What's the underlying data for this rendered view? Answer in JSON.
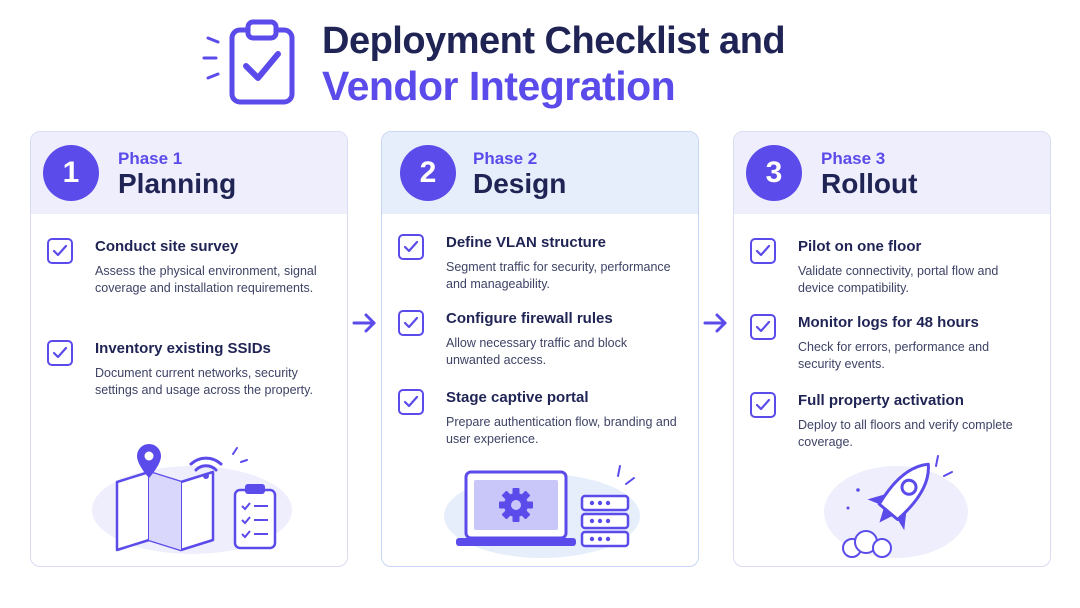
{
  "header": {
    "title_line1": "Deployment Checklist and",
    "title_line2": "Vendor Integration",
    "icon": "clipboard-check-icon"
  },
  "colors": {
    "accent": "#5b4bea",
    "dark_text": "#1f2455",
    "card_header_bg": "#eeeefc",
    "card_border": "#d9dcf2"
  },
  "phases": [
    {
      "number": "1",
      "label": "Phase 1",
      "name": "Planning",
      "items": [
        {
          "title": "Conduct site survey",
          "desc": "Assess the physical environment, signal coverage and installation requirements."
        },
        {
          "title": "Inventory existing SSIDs",
          "desc": "Document current networks, security settings and usage across the property."
        }
      ],
      "illustration": "map-wifi-clipboard-icon"
    },
    {
      "number": "2",
      "label": "Phase 2",
      "name": "Design",
      "items": [
        {
          "title": "Define VLAN structure",
          "desc": "Segment traffic for security, performance and manageability."
        },
        {
          "title": "Configure firewall rules",
          "desc": "Allow necessary traffic and block unwanted access."
        },
        {
          "title": "Stage captive portal",
          "desc": "Prepare authentication flow, branding and user experience."
        }
      ],
      "illustration": "laptop-gear-server-icon"
    },
    {
      "number": "3",
      "label": "Phase 3",
      "name": "Rollout",
      "items": [
        {
          "title": "Pilot on one floor",
          "desc": "Validate connectivity, portal flow and device compatibility."
        },
        {
          "title": "Monitor logs for 48 hours",
          "desc": "Check for errors, performance and security events."
        },
        {
          "title": "Full property activation",
          "desc": "Deploy to all floors and verify complete coverage."
        }
      ],
      "illustration": "rocket-icon"
    }
  ]
}
